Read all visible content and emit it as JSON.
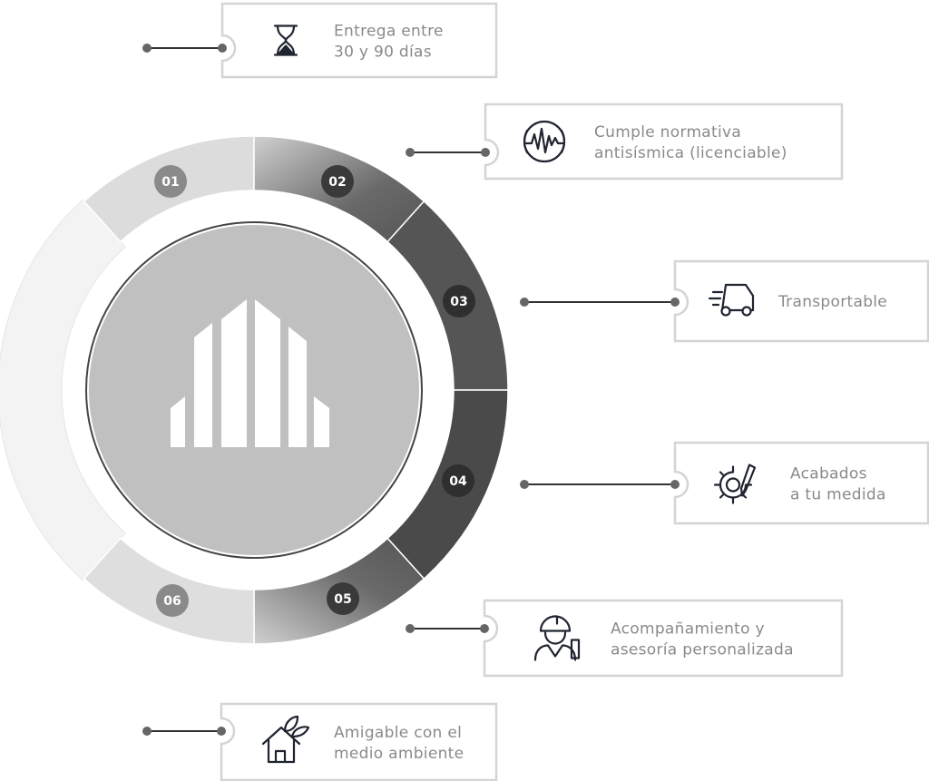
{
  "segments": [
    {
      "number": "01",
      "color": "#cfcfcf"
    },
    {
      "number": "02",
      "color": "#7a7a7a"
    },
    {
      "number": "03",
      "color": "#555555"
    },
    {
      "number": "04",
      "color": "#4a4a4a"
    },
    {
      "number": "05",
      "color": "#7a7a7a"
    },
    {
      "number": "06",
      "color": "#d4d4d4"
    }
  ],
  "features": [
    {
      "icon": "hourglass-icon",
      "line1": "Entrega entre",
      "line2": "30 y 90 días"
    },
    {
      "icon": "seismic-wave-icon",
      "line1": "Cumple normativa",
      "line2": "antisísmica (licenciable)"
    },
    {
      "icon": "delivery-truck-icon",
      "line1": "Transportable"
    },
    {
      "icon": "gear-pencil-icon",
      "line1": "Acabados",
      "line2": "a tu medida"
    },
    {
      "icon": "engineer-icon",
      "line1": "Acompañamiento y",
      "line2": "asesoría personalizada"
    },
    {
      "icon": "eco-house-icon",
      "line1": "Amigable con el",
      "line2": "medio ambiente"
    }
  ]
}
